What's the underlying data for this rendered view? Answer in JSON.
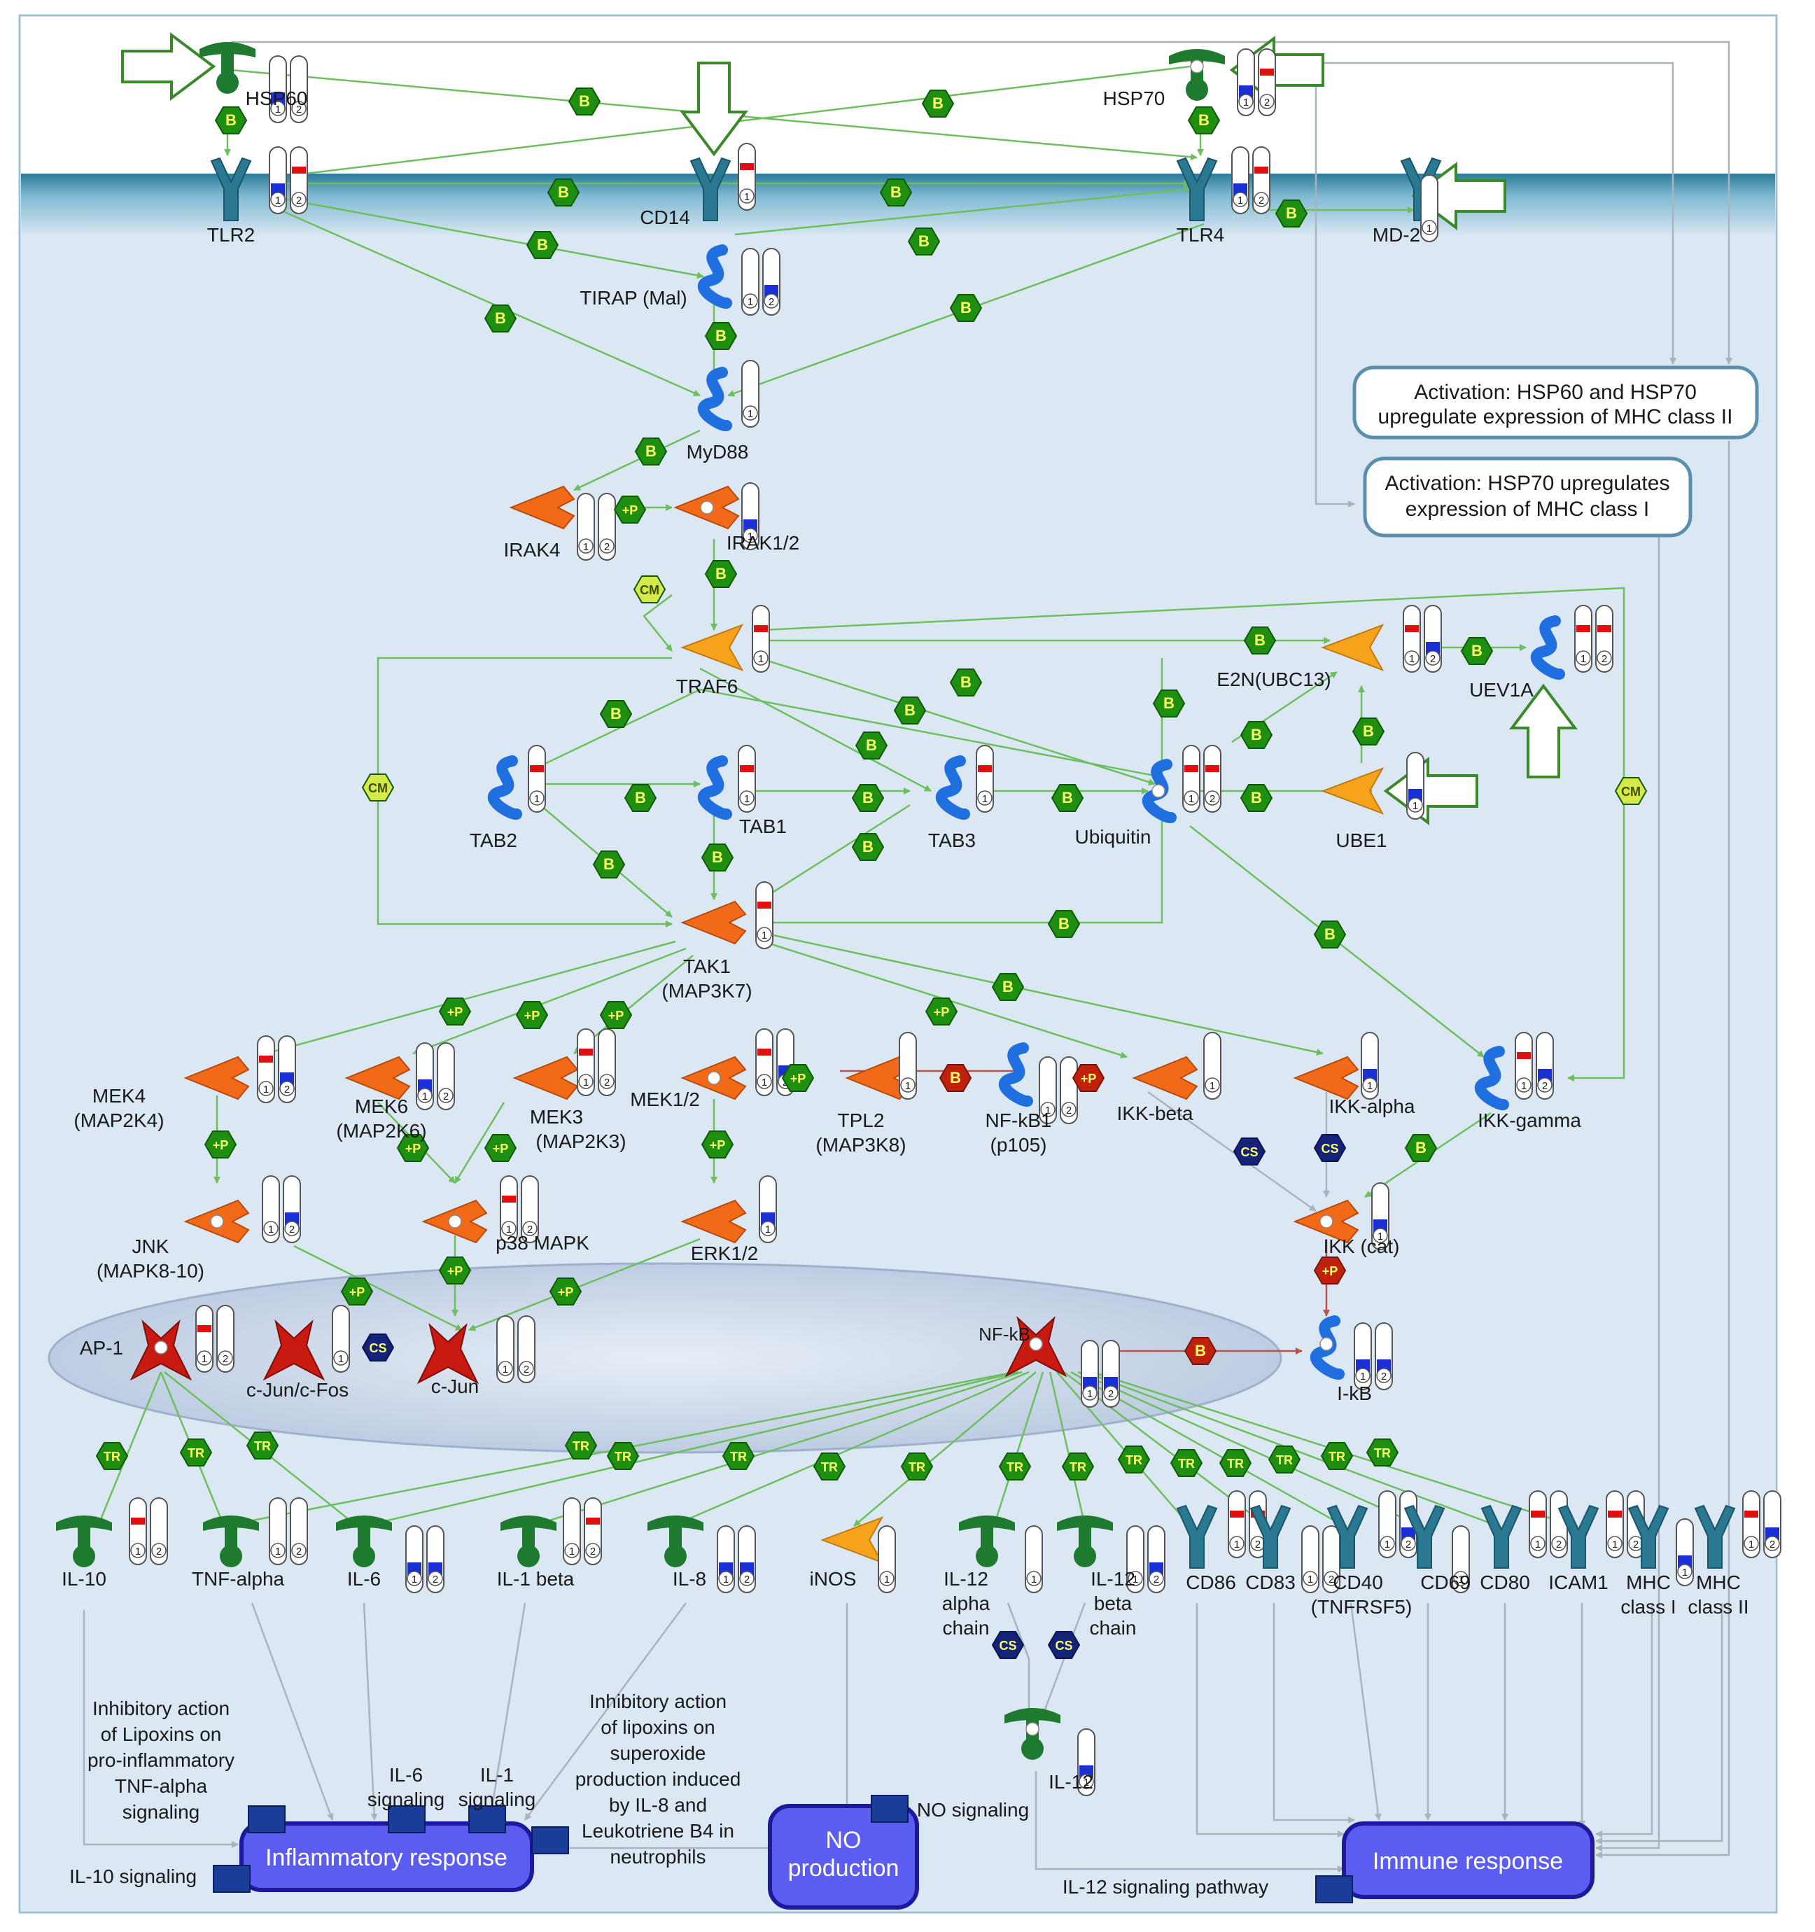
{
  "colors": {
    "edge_green": "#6cbf5c",
    "edge_grey": "#a9b3bb",
    "edge_red": "#c0504d",
    "hex_green": "#1f8f12",
    "hex_green_dark": "#0d5a05",
    "hex_red": "#c0210d",
    "hex_navy": "#14237a",
    "kinase_orange": "#f26a18",
    "enzyme_orange": "#f7a21b",
    "adaptor_blue": "#1f6fe0",
    "receptor_teal": "#2a7891",
    "ligand_green": "#1d7a2e",
    "tf_red": "#c81a10",
    "process_fill": "#5b5cf0",
    "process_border": "#1b1a9c",
    "note_border": "#5b8fae",
    "extracellular": "#ffffff",
    "cytoplasm": "#dbe8f3",
    "nucleus_fill": "#c8d5e8"
  },
  "nodes": {
    "hsp60": "HSP60",
    "hsp70": "HSP70",
    "tlr2": "TLR2",
    "cd14": "CD14",
    "tlr4": "TLR4",
    "md2": "MD-2",
    "tirap": "TIRAP (Mal)",
    "myd88": "MyD88",
    "irak4": "IRAK4",
    "irak12": "IRAK1/2",
    "traf6": "TRAF6",
    "e2n": "E2N(UBC13)",
    "uev1a": "UEV1A",
    "tab2": "TAB2",
    "tab1": "TAB1",
    "tab3": "TAB3",
    "ubiquitin": "Ubiquitin",
    "ube1": "UBE1",
    "tak1_l1": "TAK1",
    "tak1_l2": "(MAP3K7)",
    "mek4_l1": "MEK4",
    "mek4_l2": "(MAP2K4)",
    "mek6_l1": "MEK6",
    "mek6_l2": "(MAP2K6)",
    "mek3_l1": "MEK3",
    "mek3_l2": "(MAP2K3)",
    "mek12": "MEK1/2",
    "tpl2_l1": "TPL2",
    "tpl2_l2": "(MAP3K8)",
    "nfkb1_l1": "NF-kB1",
    "nfkb1_l2": "(p105)",
    "ikkbeta": "IKK-beta",
    "ikkalpha": "IKK-alpha",
    "ikkgamma": "IKK-gamma",
    "jnk_l1": "JNK",
    "jnk_l2": "(MAPK8-10)",
    "p38": "p38 MAPK",
    "erk12": "ERK1/2",
    "ikkcat": "IKK (cat)",
    "ap1": "AP-1",
    "cjuncfos": "c-Jun/c-Fos",
    "cjun": "c-Jun",
    "nfkb": "NF-kB",
    "ikb": "I-kB",
    "il10": "IL-10",
    "tnfa": "TNF-alpha",
    "il6": "IL-6",
    "il1b": "IL-1 beta",
    "il8": "IL-8",
    "inos": "iNOS",
    "il12a_l1": "IL-12",
    "il12a_l2": "alpha",
    "il12a_l3": "chain",
    "il12b_l1": "IL-12",
    "il12b_l2": "beta",
    "il12b_l3": "chain",
    "il12": "IL-12",
    "cd86": "CD86",
    "cd83": "CD83",
    "cd40_l1": "CD40",
    "cd40_l2": "(TNFRSF5)",
    "cd69": "CD69",
    "cd80": "CD80",
    "icam1": "ICAM1",
    "mhc1_l1": "MHC",
    "mhc1_l2": "class I",
    "mhc2_l1": "MHC",
    "mhc2_l2": "class II"
  },
  "notes": {
    "note1_l1": "Activation: HSP60 and HSP70",
    "note1_l2": "upregulate expression of MHC class II",
    "note2_l1": "Activation: HSP70 upregulates",
    "note2_l2": "expression of MHC class I"
  },
  "processes": {
    "inflammatory": "Inflammatory response",
    "no_l1": "NO",
    "no_l2": "production",
    "immune": "Immune response"
  },
  "annotations": {
    "lipox_tnf": [
      "Inhibitory action",
      "of Lipoxins on",
      "pro-inflammatory",
      "TNF-alpha",
      "signaling"
    ],
    "lipox_il8": [
      "Inhibitory action",
      "of lipoxins on",
      "superoxide",
      "production induced",
      "by IL-8 and",
      "Leukotriene B4 in",
      "neutrophils"
    ],
    "il6sig_l1": "IL-6",
    "il6sig_l2": "signaling",
    "il1sig_l1": "IL-1",
    "il1sig_l2": "signaling",
    "il10sig": "IL-10 signaling",
    "nosig": "NO signaling",
    "il12path": "IL-12 signaling pathway"
  },
  "edge_labels": {
    "binding": "B",
    "phospho": "+P",
    "transcription": "TR",
    "compartment": "CM",
    "complex": "CS"
  }
}
